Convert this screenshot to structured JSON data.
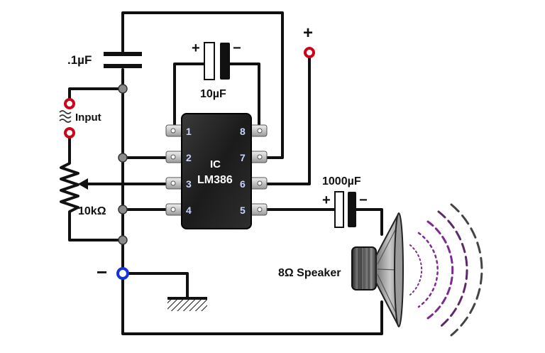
{
  "labels": {
    "cap_input": ".1µF",
    "cap_feedback": "10µF",
    "cap_output": "1000µF",
    "input": "Input",
    "pot": "10kΩ",
    "ic_line1": "IC",
    "ic_line2": "LM386",
    "speaker": "8Ω Speaker",
    "plus_supply": "+",
    "minus_supply": "−",
    "cap_plus": "+",
    "cap_minus": "−"
  },
  "pins": [
    "1",
    "2",
    "3",
    "4",
    "5",
    "6",
    "7",
    "8"
  ],
  "colors": {
    "wire": "#111111",
    "ic_body": "#1e1e1e",
    "terminal_red": "#d0021b",
    "terminal_blue": "#1633d6",
    "sound_wave": "#7b2d8e"
  }
}
